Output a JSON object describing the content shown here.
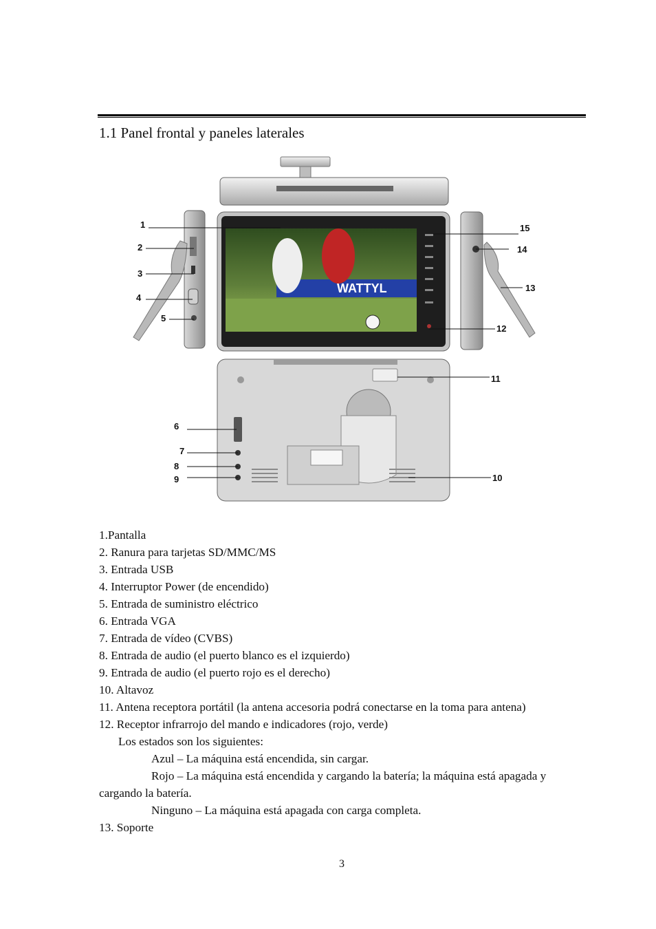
{
  "section": {
    "title": "1.1 Panel frontal y paneles laterales"
  },
  "figure": {
    "callouts": [
      "1",
      "2",
      "3",
      "4",
      "5",
      "6",
      "7",
      "8",
      "9",
      "10",
      "11",
      "12",
      "13",
      "14",
      "15"
    ],
    "banner_text": "WATTYL"
  },
  "legend": {
    "items": [
      "1.Pantalla",
      "2. Ranura para tarjetas SD/MMC/MS",
      "3. Entrada USB",
      "4. Interruptor Power (de encendido)",
      "5. Entrada de suministro eléctrico",
      "6. Entrada VGA",
      "7. Entrada de vídeo (CVBS)",
      "8. Entrada de audio (el puerto blanco es el izquierdo)",
      "9. Entrada de audio (el puerto rojo es el derecho)",
      "10. Altavoz",
      "11. Antena receptora portátil (la antena accesoria podrá conectarse en la toma para antena)",
      "12. Receptor infrarrojo del mando e indicadores (rojo, verde)"
    ],
    "states_intro": "Los estados son los siguientes:",
    "state_azul": "Azul – La máquina está encendida, sin cargar.",
    "state_rojo_1": "Rojo – La máquina está encendida y cargando la batería; la máquina está apagada y",
    "state_rojo_2": "cargando la batería.",
    "state_ninguno": "Ninguno – La máquina está apagada con carga completa.",
    "item_13": "13. Soporte"
  },
  "page_number": "3"
}
